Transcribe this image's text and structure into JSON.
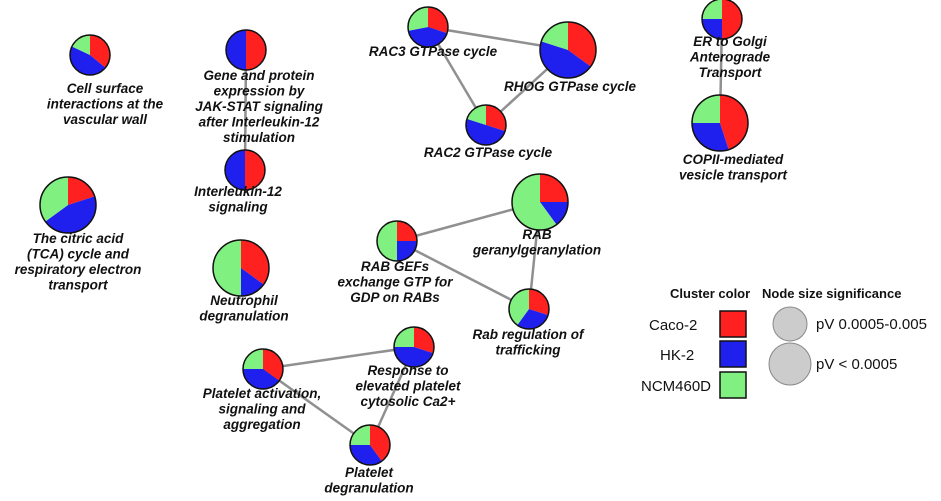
{
  "colors": {
    "caco2": "#ff2020",
    "hk2": "#2020ee",
    "ncm460d": "#80f080",
    "edge": "#909090",
    "legend_size_fill": "#cccccc"
  },
  "nodes": [
    {
      "id": "cell_surface",
      "label_lines": [
        "Cell surface",
        "interactions at the",
        "vascular wall"
      ],
      "significance": "pV 0.0005-0.005",
      "slices": {
        "caco2": 0.36,
        "hk2": 0.46,
        "ncm460d": 0.18
      }
    },
    {
      "id": "jak_stat",
      "label_lines": [
        "Gene and protein",
        "expression by",
        "JAK-STAT signaling",
        "after Interleukin-12",
        "stimulation"
      ],
      "significance": "pV 0.0005-0.005",
      "slices": {
        "caco2": 0.5,
        "hk2": 0.5,
        "ncm460d": 0.0
      }
    },
    {
      "id": "il12",
      "label_lines": [
        "Interleukin-12",
        "signaling"
      ],
      "significance": "pV 0.0005-0.005",
      "slices": {
        "caco2": 0.5,
        "hk2": 0.5,
        "ncm460d": 0.0
      }
    },
    {
      "id": "rac3",
      "label_lines": [
        "RAC3 GTPase cycle"
      ],
      "significance": "pV 0.0005-0.005",
      "slices": {
        "caco2": 0.3,
        "hk2": 0.42,
        "ncm460d": 0.28
      }
    },
    {
      "id": "rhog",
      "label_lines": [
        "RHOG GTPase cycle"
      ],
      "significance": "pV < 0.0005",
      "slices": {
        "caco2": 0.35,
        "hk2": 0.45,
        "ncm460d": 0.2
      }
    },
    {
      "id": "rac2",
      "label_lines": [
        "RAC2 GTPase cycle"
      ],
      "significance": "pV 0.0005-0.005",
      "slices": {
        "caco2": 0.3,
        "hk2": 0.5,
        "ncm460d": 0.2
      }
    },
    {
      "id": "er_golgi",
      "label_lines": [
        "ER to Golgi",
        "Anterograde",
        "Transport"
      ],
      "significance": "pV 0.0005-0.005",
      "slices": {
        "caco2": 0.5,
        "hk2": 0.25,
        "ncm460d": 0.25
      }
    },
    {
      "id": "copii",
      "label_lines": [
        "COPII-mediated",
        "vesicle transport"
      ],
      "significance": "pV < 0.0005",
      "slices": {
        "caco2": 0.45,
        "hk2": 0.3,
        "ncm460d": 0.25
      }
    },
    {
      "id": "tca",
      "label_lines": [
        "The citric acid",
        "(TCA) cycle and",
        "respiratory electron",
        "transport"
      ],
      "significance": "pV < 0.0005",
      "slices": {
        "caco2": 0.2,
        "hk2": 0.45,
        "ncm460d": 0.35
      }
    },
    {
      "id": "neutrophil",
      "label_lines": [
        "Neutrophil",
        "degranulation"
      ],
      "significance": "pV < 0.0005",
      "slices": {
        "caco2": 0.35,
        "hk2": 0.15,
        "ncm460d": 0.5
      }
    },
    {
      "id": "rab_gefs",
      "label_lines": [
        "RAB GEFs",
        "exchange GTP for",
        "GDP on RABs"
      ],
      "significance": "pV 0.0005-0.005",
      "slices": {
        "caco2": 0.25,
        "hk2": 0.25,
        "ncm460d": 0.5
      }
    },
    {
      "id": "rab_gg",
      "label_lines": [
        "RAB",
        "geranylgeranylation"
      ],
      "significance": "pV < 0.0005",
      "slices": {
        "caco2": 0.25,
        "hk2": 0.15,
        "ncm460d": 0.6
      }
    },
    {
      "id": "rab_reg",
      "label_lines": [
        "Rab regulation of",
        "trafficking"
      ],
      "significance": "pV 0.0005-0.005",
      "slices": {
        "caco2": 0.3,
        "hk2": 0.3,
        "ncm460d": 0.4
      }
    },
    {
      "id": "platelet_act",
      "label_lines": [
        "Platelet activation,",
        "signaling and",
        "aggregation"
      ],
      "significance": "pV 0.0005-0.005",
      "slices": {
        "caco2": 0.35,
        "hk2": 0.4,
        "ncm460d": 0.25
      }
    },
    {
      "id": "ca2",
      "label_lines": [
        "Response to",
        "elevated platelet",
        "cytosolic Ca2+"
      ],
      "significance": "pV 0.0005-0.005",
      "slices": {
        "caco2": 0.3,
        "hk2": 0.45,
        "ncm460d": 0.25
      }
    },
    {
      "id": "platelet_degr",
      "label_lines": [
        "Platelet",
        "degranulation"
      ],
      "significance": "pV 0.0005-0.005",
      "slices": {
        "caco2": 0.4,
        "hk2": 0.35,
        "ncm460d": 0.25
      }
    }
  ],
  "edges": [
    {
      "from": "jak_stat",
      "to": "il12"
    },
    {
      "from": "rac3",
      "to": "rhog"
    },
    {
      "from": "rac3",
      "to": "rac2"
    },
    {
      "from": "rhog",
      "to": "rac2"
    },
    {
      "from": "er_golgi",
      "to": "copii"
    },
    {
      "from": "rab_gefs",
      "to": "rab_gg"
    },
    {
      "from": "rab_gefs",
      "to": "rab_reg"
    },
    {
      "from": "rab_gg",
      "to": "rab_reg"
    },
    {
      "from": "platelet_act",
      "to": "ca2"
    },
    {
      "from": "platelet_act",
      "to": "platelet_degr"
    },
    {
      "from": "ca2",
      "to": "platelet_degr"
    }
  ],
  "legend": {
    "cluster_title": "Cluster color",
    "clusters": [
      {
        "key": "caco2",
        "label": "Caco-2"
      },
      {
        "key": "hk2",
        "label": "HK-2"
      },
      {
        "key": "ncm460d",
        "label": "NCM460D"
      }
    ],
    "size_title": "Node size significance",
    "sizes": [
      {
        "label": "pV 0.0005-0.005"
      },
      {
        "label": "pV < 0.0005"
      }
    ]
  }
}
